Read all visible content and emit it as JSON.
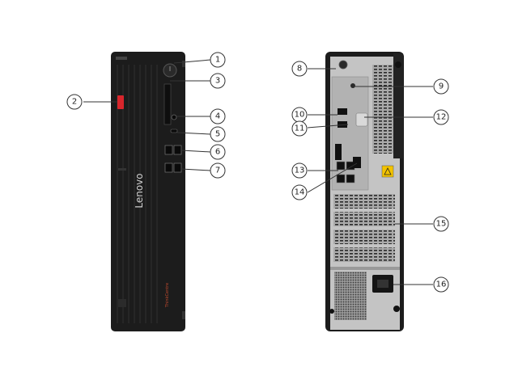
{
  "brand": {
    "front_logo": "Lenovo",
    "badge": "ThinkCentre"
  },
  "callouts": [
    {
      "n": "1"
    },
    {
      "n": "2"
    },
    {
      "n": "3"
    },
    {
      "n": "4"
    },
    {
      "n": "5"
    },
    {
      "n": "6"
    },
    {
      "n": "7"
    },
    {
      "n": "8"
    },
    {
      "n": "9"
    },
    {
      "n": "10"
    },
    {
      "n": "11"
    },
    {
      "n": "12"
    },
    {
      "n": "13"
    },
    {
      "n": "14"
    },
    {
      "n": "15"
    },
    {
      "n": "16"
    }
  ],
  "colors": {
    "chassis": "#1c1c1c",
    "back_panel": "#b9b9b9",
    "accent_red": "#d8262c"
  }
}
